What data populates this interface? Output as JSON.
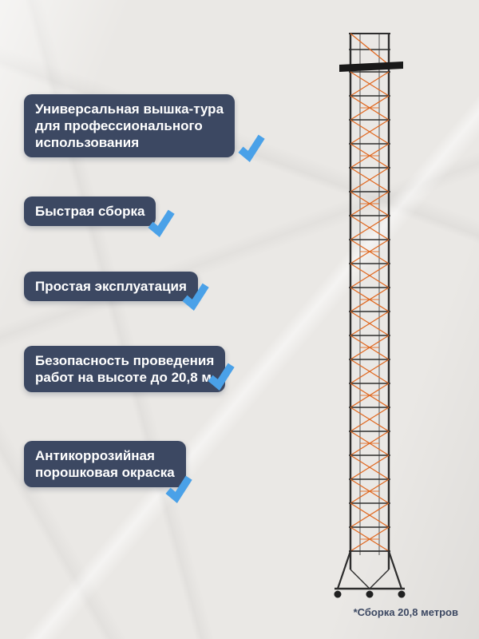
{
  "features": [
    {
      "label": "Универсальная вышка-тура\nдля профессионального\nиспользования"
    },
    {
      "label": "Быстрая сборка"
    },
    {
      "label": "Простая эксплуатация"
    },
    {
      "label": "Безопасность проведения\nработ на высоте до 20,8 м"
    },
    {
      "label": "Антикоррозийная\nпорошковая окраска"
    }
  ],
  "footnote": "*Сборка 20,8 метров",
  "colors": {
    "background": "#eae8e5",
    "badge": "#3c4862",
    "badge_text": "#ffffff",
    "check": "#4aa1e8",
    "tower_frame": "#2d2d2d",
    "tower_accent": "#e06820",
    "platform": "#191919"
  }
}
